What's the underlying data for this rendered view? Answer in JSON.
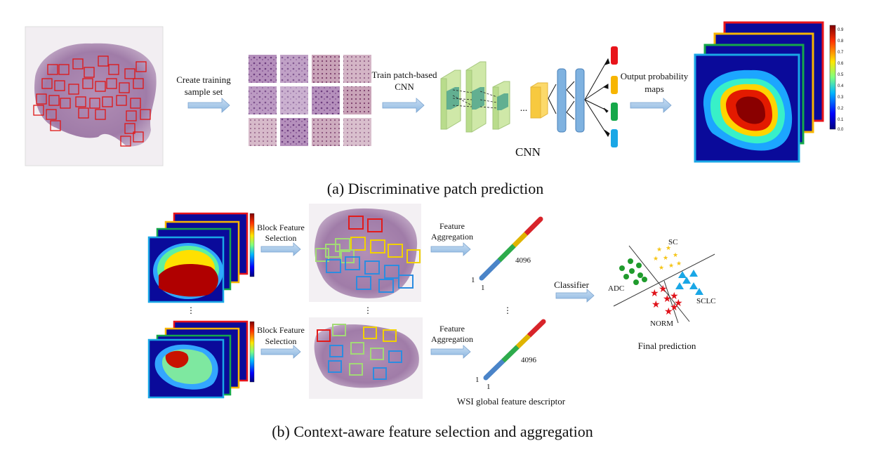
{
  "part_a": {
    "caption": "(a) Discriminative patch prediction",
    "step_create": [
      "Create training",
      "sample set"
    ],
    "step_train": [
      "Train patch-based",
      "CNN"
    ],
    "ellipsis": "...",
    "cnn_label": "CNN",
    "step_output": [
      "Output probability",
      "maps"
    ],
    "colorbar_ticks": [
      "0.9",
      "0.8",
      "0.7",
      "0.6",
      "0.5",
      "0.4",
      "0.3",
      "0.2",
      "0.1",
      "0.0"
    ],
    "output_colors": [
      "#e8141b",
      "#f7b500",
      "#15a84a",
      "#1aa7e6"
    ]
  },
  "part_b": {
    "caption": "(b) Context-aware feature selection and aggregation",
    "block_selection": [
      "Block Feature",
      "Selection"
    ],
    "feature_aggregation": [
      "Feature",
      "Aggregation"
    ],
    "dim_label": "4096",
    "one_label": "1",
    "vdots": "⋮",
    "classifier_label": "Classifier",
    "descriptor_label": "WSI global feature descriptor",
    "classes": {
      "sc": "SC",
      "adc": "ADC",
      "sclc": "SCLC",
      "norm": "NORM"
    },
    "final_prediction": "Final prediction"
  }
}
